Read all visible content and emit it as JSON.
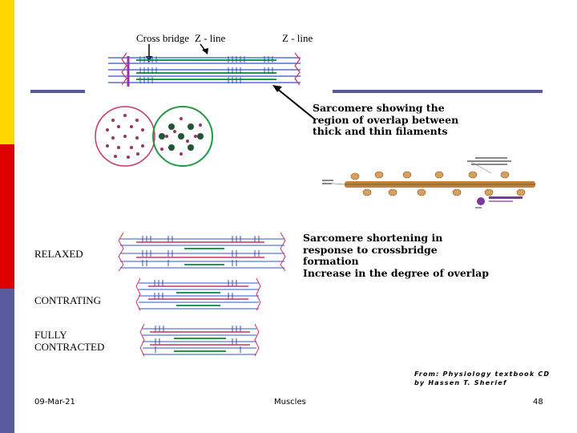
{
  "colors": {
    "stripe_yellow": "#ffd700",
    "stripe_red": "#dd0000",
    "stripe_purple": "#5a5a9e",
    "rule": "#5a5a9e"
  },
  "labels": {
    "cross_bridge": "Cross bridge",
    "z_line_left": "Z - line",
    "z_line_right": "Z - line"
  },
  "notes": {
    "overlap": [
      "Sarcomere showing the",
      "region of overlap between",
      "thick and thin filaments"
    ],
    "shortening": [
      "Sarcomere shortening in",
      "response to crossbridge",
      "formation",
      "Increase in the degree of overlap"
    ]
  },
  "states": {
    "relaxed": "RELAXED",
    "contracting": "CONTRATING",
    "fully": [
      "FULLY",
      "CONTRACTED"
    ]
  },
  "source": [
    "From: Physiology textbook CD",
    "by Hassen T. Sherief"
  ],
  "footer": {
    "date": "09-Mar-21",
    "title": "Muscles",
    "page": "48"
  }
}
